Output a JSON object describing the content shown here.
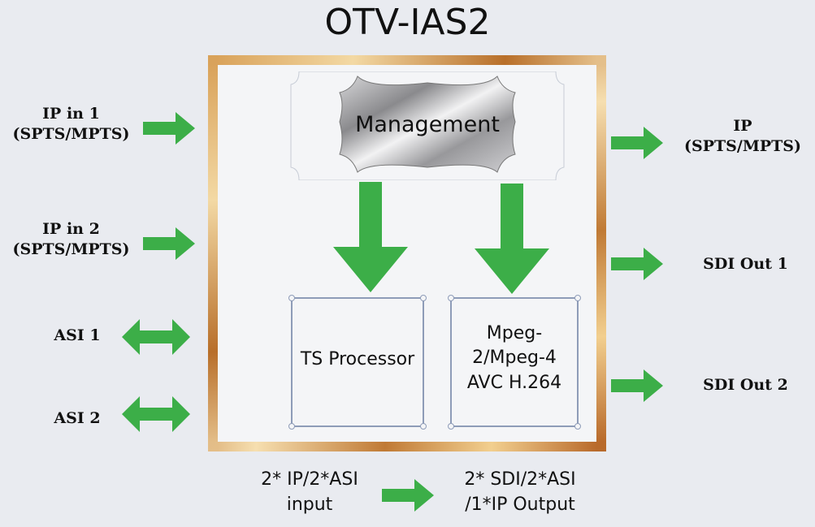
{
  "title": "OTV-IAS2",
  "inputs": [
    {
      "line1": "IP in 1",
      "line2": "(SPTS/MPTS)"
    },
    {
      "line1": "IP in 2",
      "line2": "(SPTS/MPTS)"
    },
    {
      "line1": "ASI 1"
    },
    {
      "line1": "ASI 2"
    }
  ],
  "outputs": [
    {
      "line1": "IP",
      "line2": "(SPTS/MPTS)"
    },
    {
      "line1": "SDI Out 1"
    },
    {
      "line1": "SDI Out 2"
    }
  ],
  "management": "Management",
  "ts_processor": "TS Processor",
  "encoder": {
    "line1": "Mpeg-",
    "line2": "2/Mpeg-4",
    "line3": "AVC H.264"
  },
  "bottom": {
    "input": {
      "line1": "2* IP/2*ASI",
      "line2": "input"
    },
    "output": {
      "line1": "2* SDI/2*ASI",
      "line2": "/1*IP Output"
    }
  },
  "colors": {
    "arrow": "#3cae48",
    "frame": "#c98a3c",
    "box_border": "#8e9cb8"
  }
}
